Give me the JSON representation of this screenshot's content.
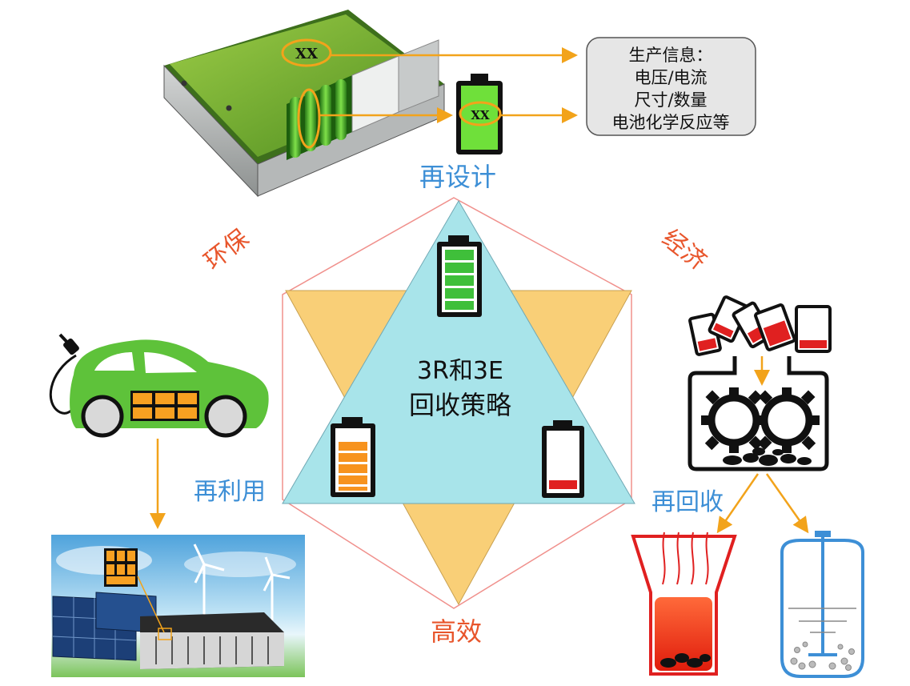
{
  "center": {
    "line1": "3R和3E",
    "line2": "回收策略"
  },
  "labels": {
    "redesign": "再设计",
    "reuse": "再利用",
    "recycle": "再回收",
    "environment": "环保",
    "economy": "经济",
    "efficiency": "高效"
  },
  "cell_mark": "XX",
  "info_box": {
    "lines": [
      "生产信息：",
      "电压/电流",
      "尺寸/数量",
      "电池化学反应等"
    ]
  },
  "colors": {
    "blue_label": "#3d8fd6",
    "red_label": "#e8552b",
    "arrow": "#f2a31b",
    "triangle_blue": "#a8e4ea",
    "triangle_orange": "#f9cf77",
    "battery_green": "#3fbf3a",
    "battery_orange": "#f7931e",
    "battery_red": "#e02020",
    "car_green": "#5ec23a"
  }
}
